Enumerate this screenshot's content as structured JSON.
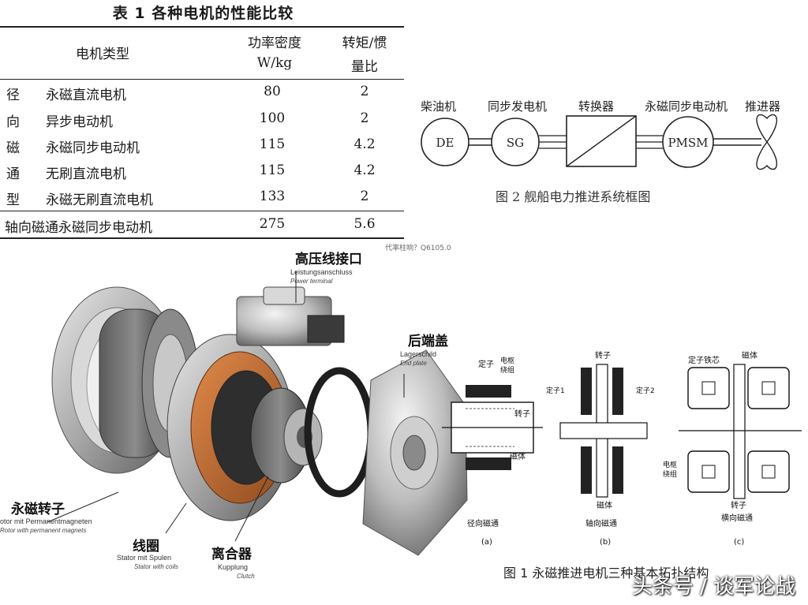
{
  "table1": {
    "title": "表 1  各种电机的性能比较",
    "header": {
      "type": "电机类型",
      "power_density": "功率密度",
      "power_density_unit": "W/kg",
      "torque_ratio_1": "转矩/惯",
      "torque_ratio_2": "量比"
    },
    "group_label": [
      "径",
      "向",
      "磁",
      "通",
      "型"
    ],
    "rows": [
      {
        "name": "永磁直流电机",
        "density": "80",
        "ratio": "2"
      },
      {
        "name": "异步电动机",
        "density": "100",
        "ratio": "2"
      },
      {
        "name": "永磁同步电动机",
        "density": "115",
        "ratio": "4.2"
      },
      {
        "name": "无刷直流电机",
        "density": "115",
        "ratio": "4.2"
      },
      {
        "name": "永磁无刷直流电机",
        "density": "133",
        "ratio": "2"
      }
    ],
    "last_row": {
      "name": "轴向磁通永磁同步电动机",
      "density": "275",
      "ratio": "5.6"
    }
  },
  "fig2": {
    "labels": {
      "de": "柴油机",
      "sg": "同步发电机",
      "conv": "转换器",
      "pmsm": "永磁同步电动机",
      "prop": "推进器"
    },
    "nodes": {
      "de": "DE",
      "sg": "SG",
      "pmsm": "PMSM"
    },
    "caption": "图 2   舰船电力推进系统框图"
  },
  "photo": {
    "top_snippet": "代率柱响？Q6105.0",
    "power_terminal": {
      "cn": "高压线接口",
      "de": "Leistungsanschluss",
      "en": "Power terminal"
    },
    "end_plate": {
      "cn": "后端盖",
      "de": "Lagerschild",
      "en": "End plate"
    },
    "rotor": {
      "cn": "永磁转子",
      "de": "otor mit Permanentmagneten",
      "en": "Rotor with permanent magnets"
    },
    "stator": {
      "cn": "线圈",
      "de": "Stator mit Spulen",
      "en": "Stator with coils"
    },
    "clutch": {
      "cn": "离合器",
      "de": "Kupplung",
      "en": "Clutch"
    }
  },
  "fig1": {
    "a": {
      "stator": "定子",
      "winding_1": "电枢",
      "winding_2": "绕组",
      "rotor": "转子",
      "magnet": "磁体",
      "flux": "径向磁通",
      "tag": "(a)"
    },
    "b": {
      "rotor": "转子",
      "stator1": "定子1",
      "stator2": "定子2",
      "magnet": "磁体",
      "flux": "轴向磁通",
      "tag": "(b)"
    },
    "c": {
      "core": "定子铁芯",
      "magnet": "磁体",
      "winding_1": "电枢",
      "winding_2": "绕组",
      "rotor": "转子",
      "flux": "横向磁通",
      "tag": "(c)"
    },
    "caption": "图 1  永磁推进电机三种基本拓扑结构"
  },
  "watermark": "头条号 / 谈军论战"
}
